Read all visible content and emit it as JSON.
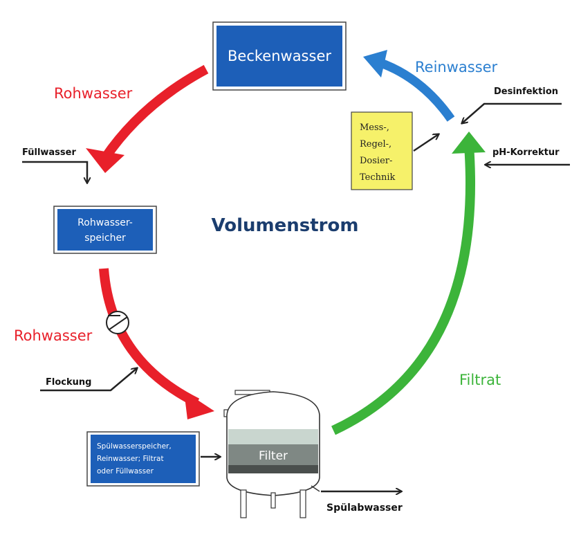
{
  "title": "Volumenstrom",
  "boxes": {
    "beckenwasser": "Beckenwasser",
    "rohwasserspeicher": [
      "Rohwasser-",
      "speicher"
    ],
    "mrd": [
      "Mess-,",
      "Regel-,",
      "Dosier-",
      "Technik"
    ],
    "spuelwasser": [
      "Spülwasserspeicher,",
      "Reinwasser; Filtrat",
      "oder Füllwasser"
    ],
    "filter": "Filter"
  },
  "flows": {
    "rohwasser_top": "Rohwasser",
    "rohwasser_bottom": "Rohwasser",
    "reinwasser": "Reinwasser",
    "filtrat": "Filtrat"
  },
  "inputs": {
    "fuellwasser": "Füllwasser",
    "flockung": "Flockung",
    "desinfektion": "Desinfektion",
    "ph_korrektur": "pH-Korrektur",
    "spuelabwasser": "Spülabwasser"
  },
  "colors": {
    "rohwasser": "#e8202a",
    "reinwasser": "#2b7fd0",
    "filtrat": "#3cb43a",
    "box_blue": "#1d5fb8",
    "mrd_yellow": "#f6f16a",
    "title": "#1b3d6e"
  }
}
